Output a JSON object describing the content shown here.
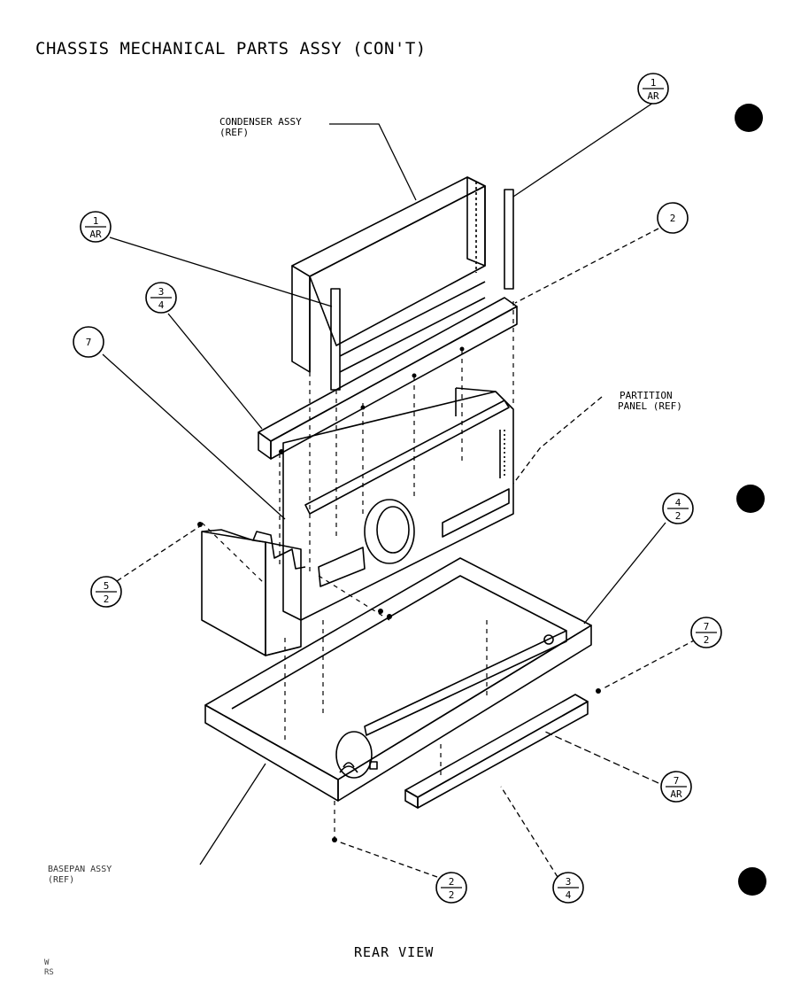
{
  "title": "CHASSIS MECHANICAL PARTS ASSY (CON'T)",
  "view_label": "REAR VIEW",
  "labels": {
    "condenser_line1": "CONDENSER ASSY",
    "condenser_line2": "(REF)",
    "partition_line1": "PARTITION",
    "partition_line2": "PANEL (REF)",
    "basepan_line1": "BASEPAN ASSY",
    "basepan_line2": "(REF)",
    "footer_line1": "W",
    "footer_line2": "RS"
  },
  "callouts": [
    {
      "top": "1",
      "bottom": "AR"
    },
    {
      "top": "1",
      "bottom": "AR"
    },
    {
      "top": "2",
      "bottom": ""
    },
    {
      "top": "3",
      "bottom": "4"
    },
    {
      "top": "7",
      "bottom": ""
    },
    {
      "top": "4",
      "bottom": "2"
    },
    {
      "top": "5",
      "bottom": "2"
    },
    {
      "top": "7",
      "bottom": "2"
    },
    {
      "top": "7",
      "bottom": "AR"
    },
    {
      "top": "2",
      "bottom": "2"
    },
    {
      "top": "3",
      "bottom": "4"
    }
  ],
  "punch_holes": 3
}
